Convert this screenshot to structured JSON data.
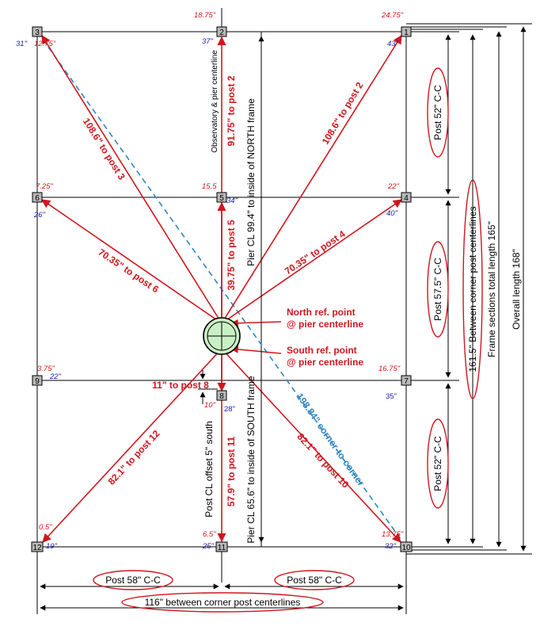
{
  "posts": [
    {
      "id": "1",
      "top": "24.75\"",
      "bottom": "43\""
    },
    {
      "id": "2",
      "top": "18.75\"",
      "bottom": "37\""
    },
    {
      "id": "3",
      "top": "12.75\"",
      "bottom": "31\""
    },
    {
      "id": "4",
      "top": "22\"",
      "bottom": "40\""
    },
    {
      "id": "5",
      "top": "15.5",
      "bottom": "34\""
    },
    {
      "id": "6",
      "top": "7.25\"",
      "bottom": "26\""
    },
    {
      "id": "7",
      "top": "16.75\"",
      "bottom": "35\""
    },
    {
      "id": "8",
      "top": "10\"",
      "bottom": "28\""
    },
    {
      "id": "9",
      "top": "3.75\"",
      "bottom": "22\""
    },
    {
      "id": "10",
      "top": "13.75\"",
      "bottom": "32\""
    },
    {
      "id": "11",
      "top": "6.5\"",
      "bottom": "25\""
    },
    {
      "id": "12",
      "top": "0.5\"",
      "bottom": "19\""
    }
  ],
  "distances": {
    "to_post_1": "108.6\" to post 2",
    "to_post_2": "91.75\" to post 2",
    "to_post_3": "108.6\" to post 3",
    "to_post_4": "70.35\" to post 4",
    "to_post_5": "39.75\" to post 5",
    "to_post_6": "70.35\" to post 6",
    "to_post_8": "11\" to post 8",
    "to_post_10": "82.1\" to post 10",
    "to_post_11": "57.9\" to post 11",
    "to_post_12": "82.1\" to post 12",
    "corner": "198.84\" corner-to-corner"
  },
  "labels": {
    "observatory": "Observatory & pier centerline",
    "north_frame": "Pier CL 99.4\" to inside of NORTH frame",
    "south_frame": "Pier CL 65.6\" to inside of SOUTH frame",
    "offset": "Post CL offset 5\" south",
    "north_ref_1": "North ref. point",
    "north_ref_2": "@ pier centerline",
    "south_ref_1": "South ref. point",
    "south_ref_2": "@ pier centerline"
  },
  "dimensions": {
    "cc_top": "Post 52\" C-C",
    "cc_mid": "Post 57.5\" C-C",
    "cc_bot": "Post 52\" C-C",
    "between_vert": "161.5\" Between corner post centerlines",
    "frame_total": "Frame sections total length 165\"",
    "overall": "Overall length 168\"",
    "h_left": "Post 58\" C-C",
    "h_right": "Post 58\" C-C",
    "h_total": "116\" between corner post centerlines"
  },
  "colors": {
    "red": "#d0161e",
    "blue": "#1a1ab0",
    "dashed": "#2e86c1",
    "pier_fill": "#c9f0c4"
  }
}
